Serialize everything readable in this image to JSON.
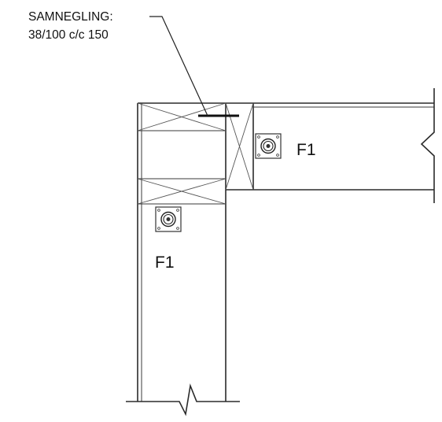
{
  "annotation": {
    "line1": "SAMNEGLING:",
    "line2": "38/100 c/c 150"
  },
  "connectors": [
    {
      "label": "F1"
    },
    {
      "label": "F1"
    }
  ]
}
